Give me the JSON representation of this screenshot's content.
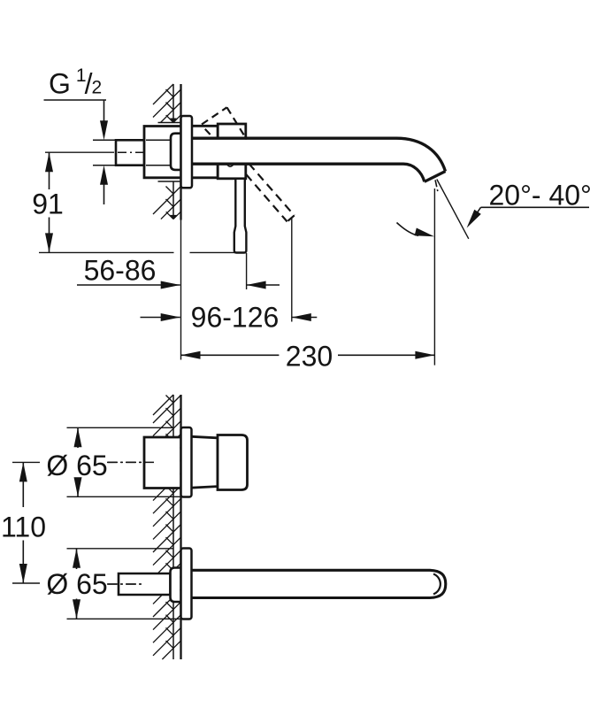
{
  "drawing": {
    "ink_color": "#141414",
    "background_color": "#ffffff",
    "labels": {
      "thread_size": {
        "prefix": "G",
        "numerator": "1",
        "slash": "/",
        "denominator": "2"
      },
      "height_to_lever_end": "91",
      "lever_projection_range": "56-86",
      "lever_projection_max_range": "96-126",
      "spout_projection": "230",
      "spout_angle_range": "20°- 40°",
      "handle_escutcheon_diameter": "Ø 65",
      "spout_escutcheon_diameter": "Ø 65",
      "center_distance": "110"
    }
  }
}
